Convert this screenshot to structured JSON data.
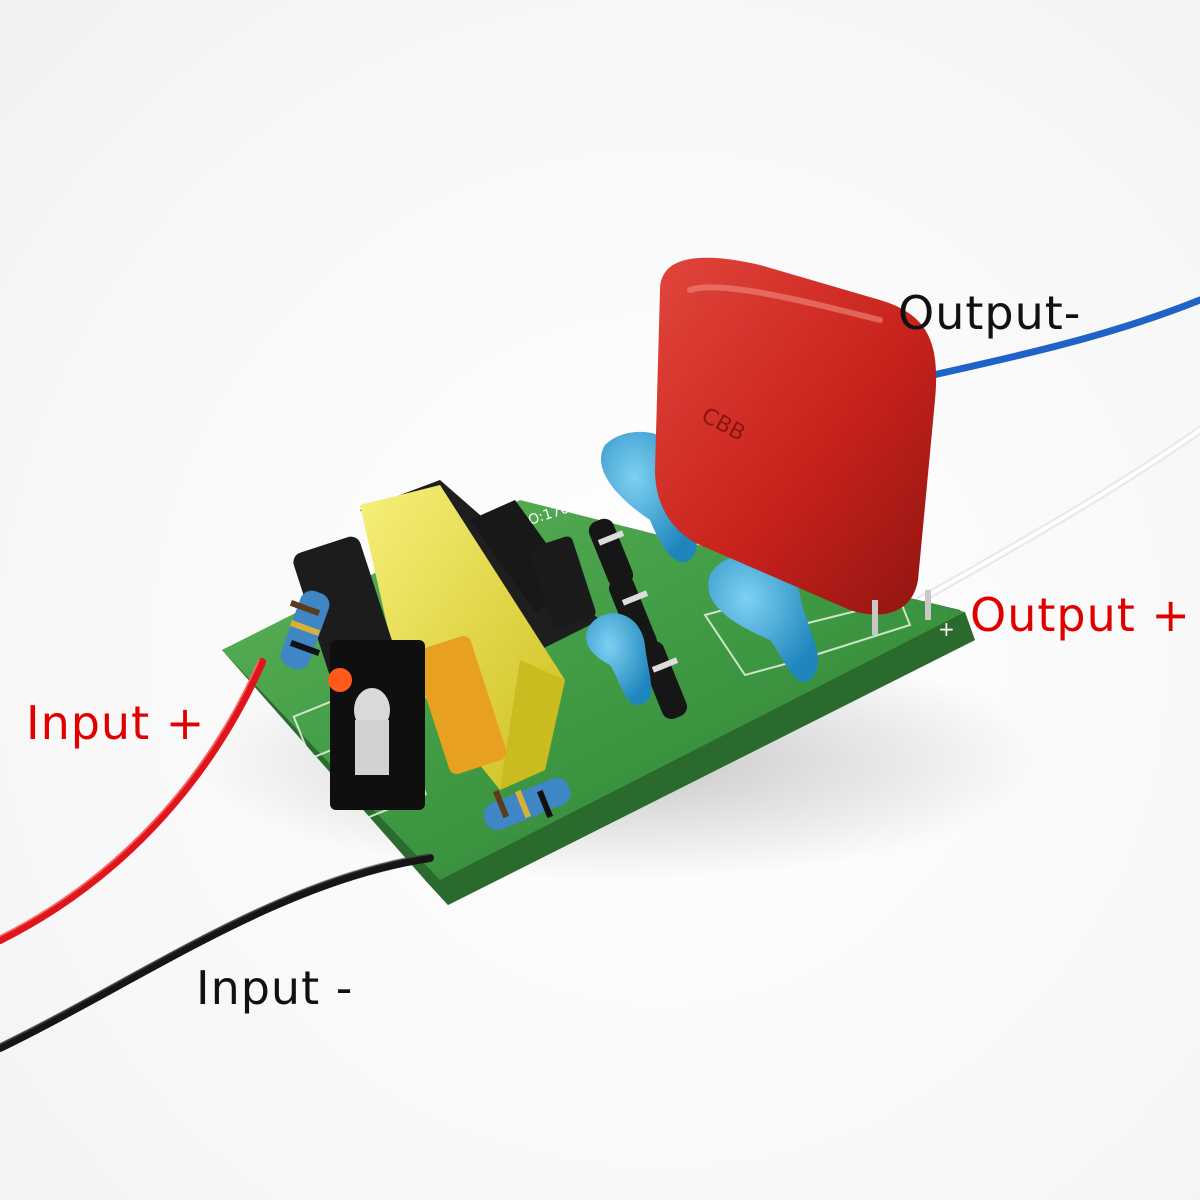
{
  "labels": {
    "output_minus": {
      "text": "Output-",
      "color": "#111111"
    },
    "output_plus": {
      "text": "Output +",
      "color": "#e00000"
    },
    "input_plus": {
      "text": "Input +",
      "color": "#e00000"
    },
    "input_minus": {
      "text": "Input -",
      "color": "#111111"
    }
  },
  "board": {
    "pcb_marking": "O:1704",
    "capacitor_marking": "CBB",
    "plus_mark": "+"
  },
  "colors": {
    "pcb_green": "#3f9a43",
    "wire_red": "#e0141b",
    "wire_black": "#151515",
    "wire_blue": "#1f63c8",
    "wire_white": "#f4f4f4",
    "capacitor_red": "#c9221d",
    "transformer_yellow": "#ede33a",
    "ceramic_blue": "#3aa3d6"
  }
}
